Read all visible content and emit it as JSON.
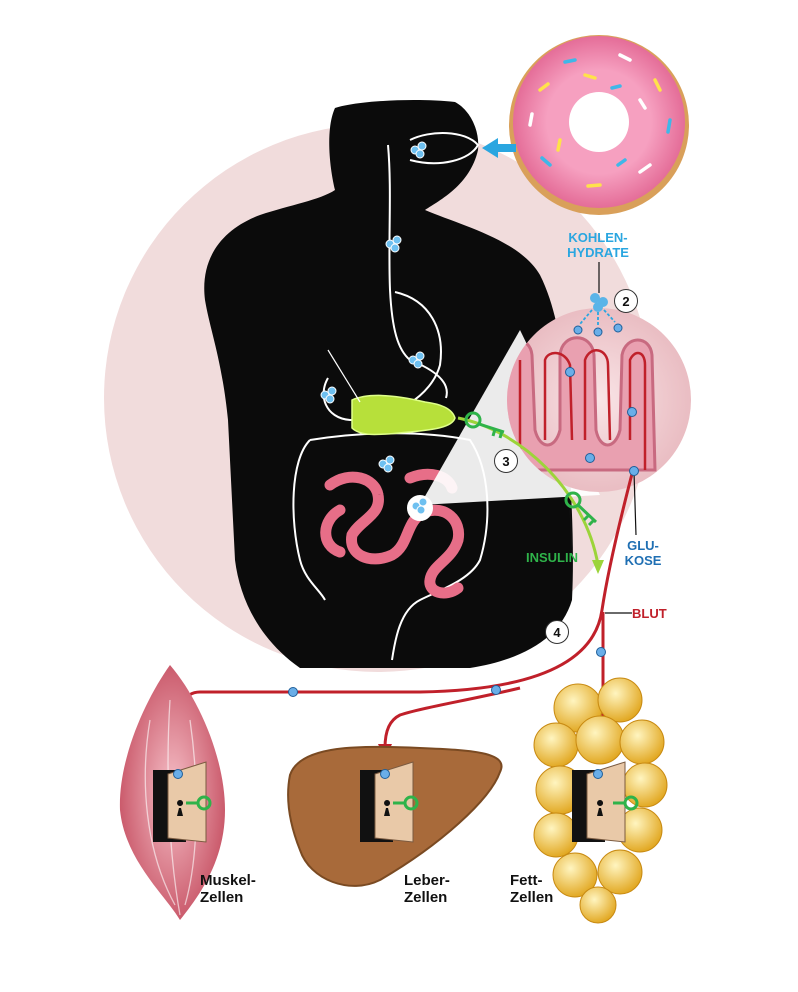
{
  "labels": {
    "carbs_line1": "KOHLEN-",
    "carbs_line2": "HYDRATE",
    "insulin": "INSULIN",
    "glucose_line1": "GLU-",
    "glucose_line2": "KOSE",
    "blood": "BLUT"
  },
  "steps": [
    "2",
    "3",
    "4"
  ],
  "cells": [
    {
      "line1": "Muskel-",
      "line2": "Zellen"
    },
    {
      "line1": "Leber-",
      "line2": "Zellen"
    },
    {
      "line1": "Fett-",
      "line2": "Zellen"
    }
  ],
  "colors": {
    "carbs": "#2aa6e0",
    "glucose": "#1f6fb3",
    "insulin": "#2fb34a",
    "blood": "#c0202a",
    "background_circle": "#f1dcdc"
  }
}
